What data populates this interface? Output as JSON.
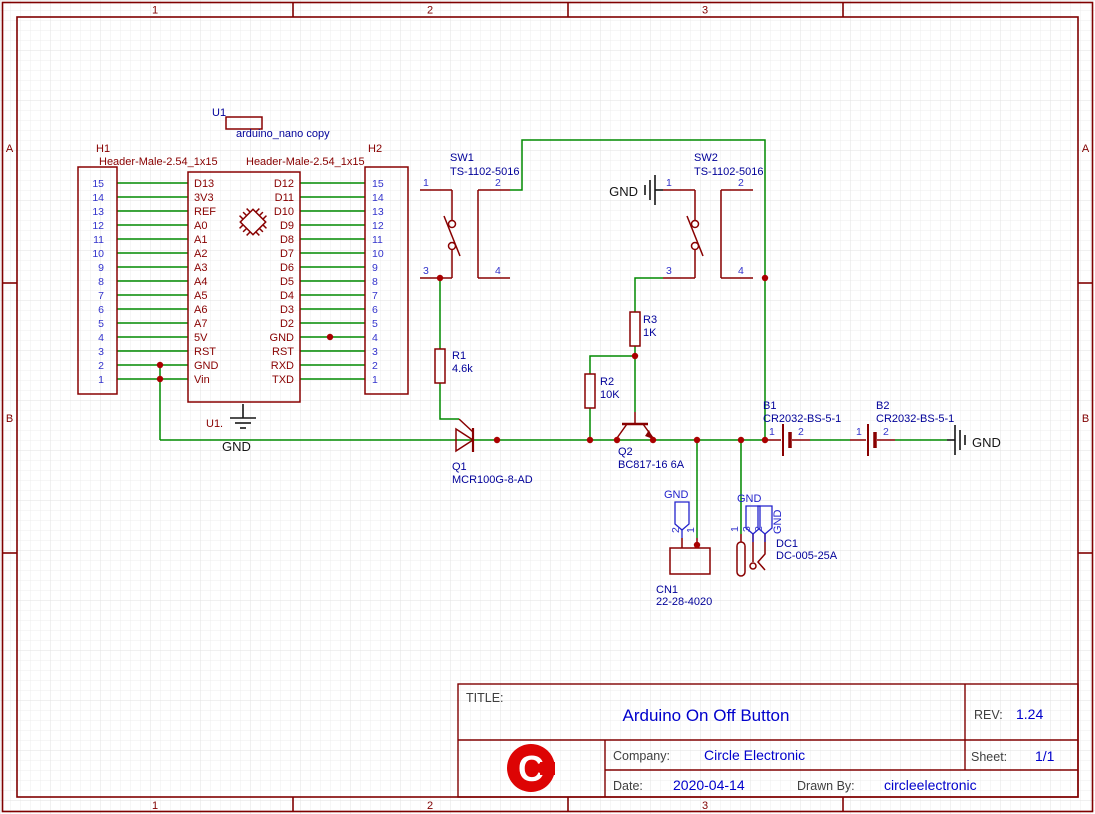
{
  "sheet": {
    "cols": [
      "1",
      "2",
      "3"
    ],
    "rows": [
      "A",
      "B"
    ]
  },
  "title_block": {
    "title_label": "TITLE:",
    "title": "Arduino On Off Button",
    "rev_label": "REV:",
    "rev": "1.24",
    "company_label": "Company:",
    "company": "Circle Electronic",
    "sheet_label": "Sheet:",
    "sheet": "1/1",
    "date_label": "Date:",
    "date": "2020-04-14",
    "drawn_label": "Drawn By:",
    "drawn_by": "circleelectronic",
    "logo_letter": "C"
  },
  "components": {
    "h1": {
      "ref": "H1",
      "value": "Header-Male-2.54_1x15",
      "pins": [
        "15",
        "14",
        "13",
        "12",
        "11",
        "10",
        "9",
        "8",
        "7",
        "6",
        "5",
        "4",
        "3",
        "2",
        "1"
      ]
    },
    "h2": {
      "ref": "H2",
      "value": "Header-Male-2.54_1x15",
      "pins": [
        "15",
        "14",
        "13",
        "12",
        "11",
        "10",
        "9",
        "8",
        "7",
        "6",
        "5",
        "4",
        "3",
        "2",
        "1"
      ]
    },
    "u1": {
      "ref": "U1",
      "value": "arduino_nano copy",
      "left_pins": [
        "D13",
        "3V3",
        "REF",
        "A0",
        "A1",
        "A2",
        "A3",
        "A4",
        "A5",
        "A6",
        "A7",
        "5V",
        "RST",
        "GND",
        "Vin"
      ],
      "right_pins": [
        "D12",
        "D11",
        "D10",
        "D9",
        "D8",
        "D7",
        "D6",
        "D5",
        "D4",
        "D3",
        "D2",
        "GND",
        "RST",
        "RXD",
        "TXD"
      ]
    },
    "u1_gnd": {
      "ref": "U1.",
      "net": "GND"
    },
    "sw1": {
      "ref": "SW1",
      "value": "TS-1102-5016",
      "pins": [
        "1",
        "2",
        "3",
        "4"
      ]
    },
    "sw2": {
      "ref": "SW2",
      "value": "TS-1102-5016",
      "pins": [
        "1",
        "2",
        "3",
        "4"
      ],
      "gnd": "GND"
    },
    "r1": {
      "ref": "R1",
      "value": "4.6k"
    },
    "r2": {
      "ref": "R2",
      "value": "10K"
    },
    "r3": {
      "ref": "R3",
      "value": "1K"
    },
    "q1": {
      "ref": "Q1",
      "value": "MCR100G-8-AD"
    },
    "q2": {
      "ref": "Q2",
      "value": "BC817-16 6A"
    },
    "b1": {
      "ref": "B1",
      "value": "CR2032-BS-5-1",
      "pins": [
        "1",
        "2"
      ]
    },
    "b2": {
      "ref": "B2",
      "value": "CR2032-BS-5-1",
      "pins": [
        "1",
        "2"
      ]
    },
    "gnd_right": {
      "net": "GND"
    },
    "cn1": {
      "ref": "CN1",
      "value": "22-28-4020",
      "pins": [
        "1",
        "2"
      ],
      "net": "GND"
    },
    "dc1": {
      "ref": "DC1",
      "value": "DC-005-25A",
      "pins": [
        "1",
        "2",
        "3"
      ],
      "net1": "GND",
      "net2": "GND"
    }
  },
  "colors": {
    "wire": "#008a00",
    "part": "#880000",
    "dot": "#aa0000",
    "pin": "#3333cc",
    "des": "#000099",
    "net": "#2222cc",
    "frame": "#800000",
    "value": "#0000cc",
    "gnd": "#161616",
    "logo": "#dd0404"
  }
}
